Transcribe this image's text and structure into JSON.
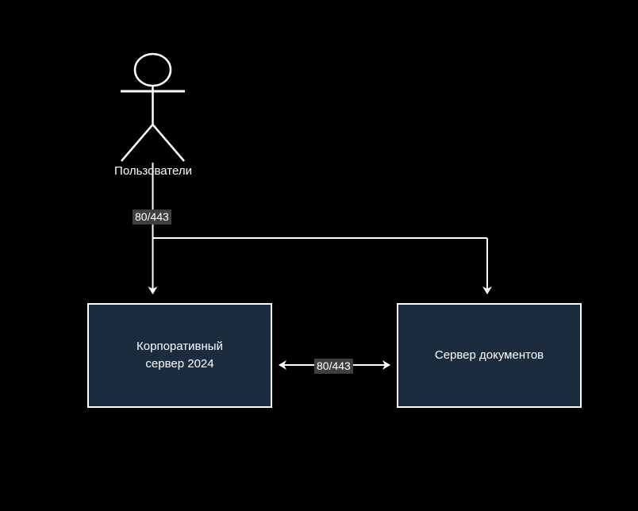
{
  "diagram": {
    "background_color": "#000000",
    "node_fill_color": "#1b2c3f",
    "node_border_color": "#ffffff",
    "edge_color": "#ffffff",
    "edge_label_bg_color": "#3f3f3f",
    "actor": {
      "name": "actor-users",
      "label": "Пользователи"
    },
    "nodes": [
      {
        "name": "corporate-server",
        "label": "Корпоративный\nсервер 2024"
      },
      {
        "name": "document-server",
        "label": "Сервер документов"
      }
    ],
    "edges": [
      {
        "name": "users-to-servers",
        "label": "80/443",
        "direction": "one-way"
      },
      {
        "name": "corporate-to-documents",
        "label": "80/443",
        "direction": "two-way"
      }
    ]
  }
}
